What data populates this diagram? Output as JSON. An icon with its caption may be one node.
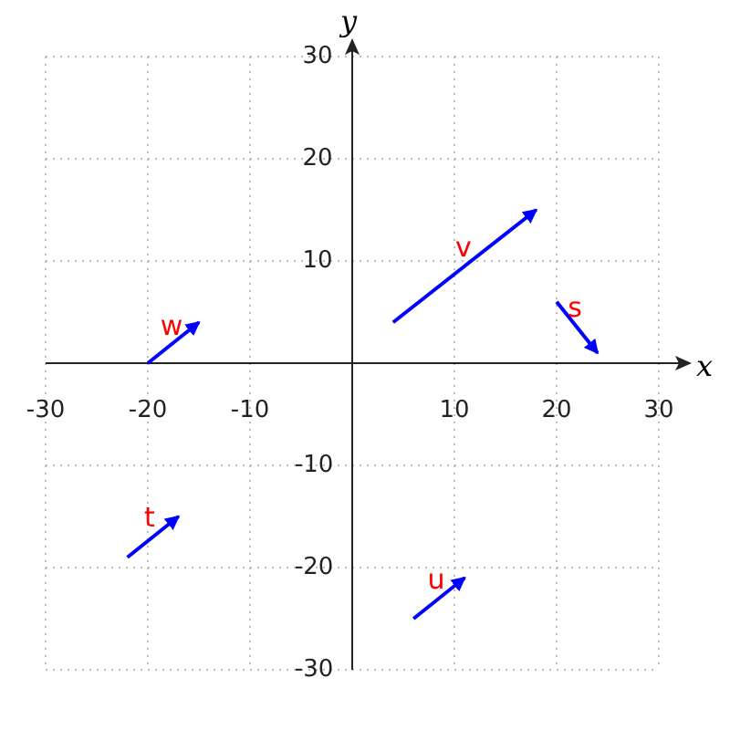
{
  "diagram": {
    "labels": [
      "y",
      "30",
      "20",
      "v",
      "10",
      "s",
      "w",
      "x",
      "-30",
      "-20",
      "-10",
      "10",
      "20",
      "30",
      "-10",
      "t",
      "-20",
      "u",
      "-30"
    ]
  }
}
